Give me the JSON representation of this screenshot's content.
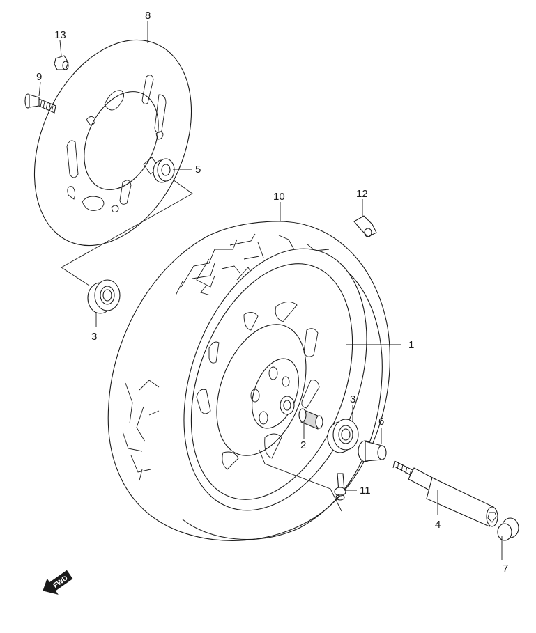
{
  "callouts": [
    {
      "id": "1",
      "text": "1"
    },
    {
      "id": "2",
      "text": "2"
    },
    {
      "id": "3a",
      "text": "3"
    },
    {
      "id": "3b",
      "text": "3"
    },
    {
      "id": "4",
      "text": "4"
    },
    {
      "id": "5",
      "text": "5"
    },
    {
      "id": "6",
      "text": "6"
    },
    {
      "id": "7",
      "text": "7"
    },
    {
      "id": "8",
      "text": "8"
    },
    {
      "id": "9",
      "text": "9"
    },
    {
      "id": "10",
      "text": "10"
    },
    {
      "id": "11",
      "text": "11"
    },
    {
      "id": "12",
      "text": "12"
    },
    {
      "id": "13",
      "text": "13"
    }
  ],
  "fwd_marker": {
    "text": "FWD"
  }
}
